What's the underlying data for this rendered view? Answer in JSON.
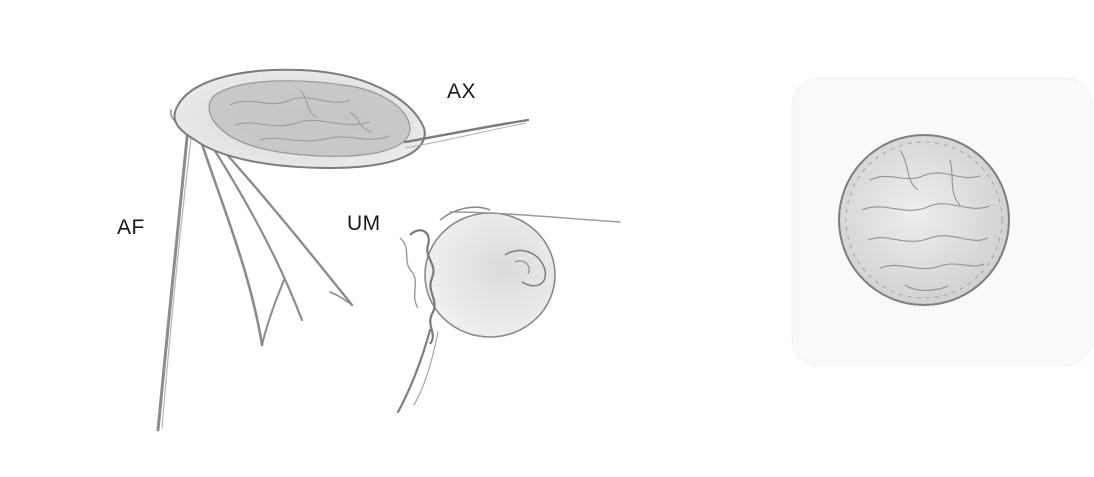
{
  "labels": {
    "ax": "AX",
    "af": "AF",
    "um": "UM"
  },
  "colors": {
    "background": "#ffffff",
    "pencil_dark": "#6e6e6e",
    "pencil_mid": "#9a9a9a",
    "pencil_light": "#c8c8c8",
    "panel": "#f9f9f9"
  }
}
